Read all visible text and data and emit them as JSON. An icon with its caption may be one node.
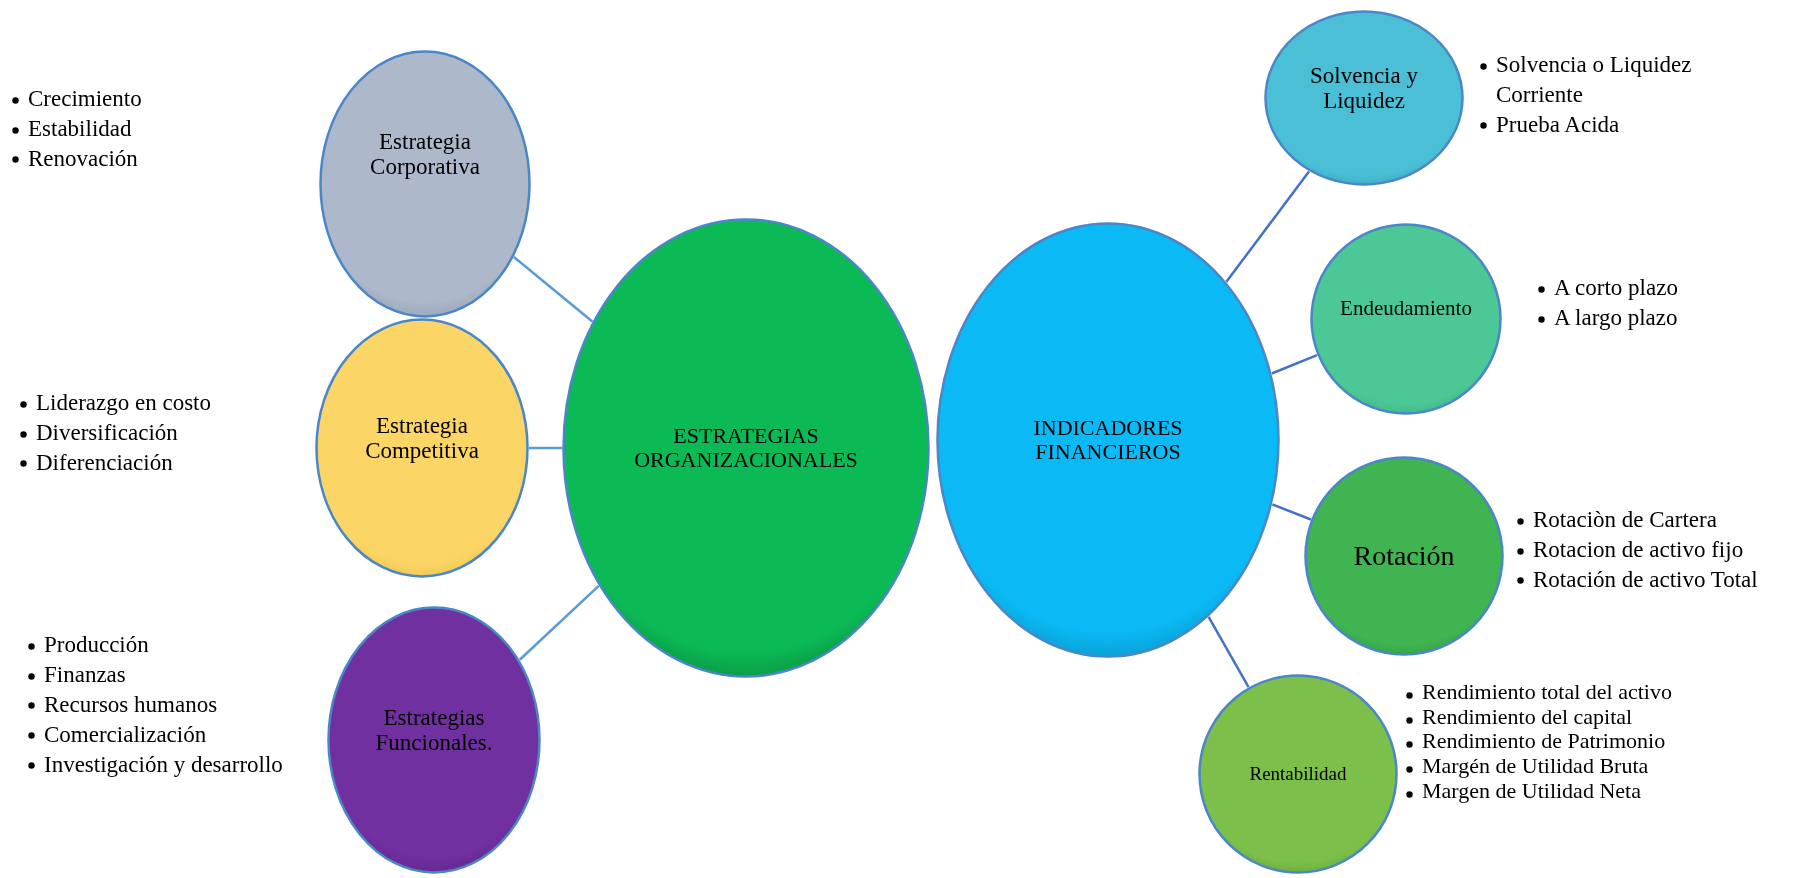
{
  "diagram": {
    "nodes": [
      {
        "text": [
          "ESTRATEGIAS ORGANIZACIONALES"
        ]
      },
      {
        "text": [
          "Estrategia Corporativa"
        ],
        "beside": [
          "Crecimiento",
          "Estabilidad",
          "Renovación"
        ]
      },
      {
        "text": [
          "Estrategia Competitiva"
        ],
        "beside": [
          "Liderazgo en costo",
          "Diversificación",
          "Diferenciación"
        ]
      },
      {
        "text": [
          "Estrategias Funcionales."
        ],
        "beside": [
          "Producción",
          "Finanzas",
          "Recursos humanos",
          "Comercialización",
          "Investigación y desarrollo"
        ]
      },
      {
        "text": [
          "INDICADORES FINANCIEROS"
        ]
      },
      {
        "text": [
          "Solvencia y Liquidez"
        ],
        "beside": [
          "Solvencia o Liquidez Corriente",
          "Prueba Acida"
        ]
      },
      {
        "text": [
          "Endeudamiento"
        ],
        "beside": [
          "A corto plazo",
          "A largo plazo"
        ]
      },
      {
        "text": [
          "Rotación"
        ],
        "beside": [
          "Rotaciòn de Cartera",
          "Rotacion de activo fijo",
          "Rotación de activo Total"
        ]
      },
      {
        "text": [
          "Rentabilidad"
        ],
        "beside": [
          "Rendimiento total del activo",
          "Rendimiento del capital",
          "Rendimiento de Patrimonio",
          "Margén de Utilidad Bruta",
          "Margen de Utilidad Neta"
        ]
      }
    ],
    "edges": [
      {
        "from": 0,
        "to": 1,
        "arrow": "none",
        "color": "#5b9bd5"
      },
      {
        "from": 0,
        "to": 2,
        "arrow": "none",
        "color": "#5b9bd5"
      },
      {
        "from": 0,
        "to": 3,
        "arrow": "none",
        "color": "#5b9bd5"
      },
      {
        "from": 4,
        "to": 5,
        "arrow": "none"
      },
      {
        "from": 4,
        "to": 6,
        "arrow": "none"
      },
      {
        "from": 4,
        "to": 7,
        "arrow": "none"
      },
      {
        "from": 4,
        "to": 8,
        "arrow": "none"
      }
    ]
  }
}
